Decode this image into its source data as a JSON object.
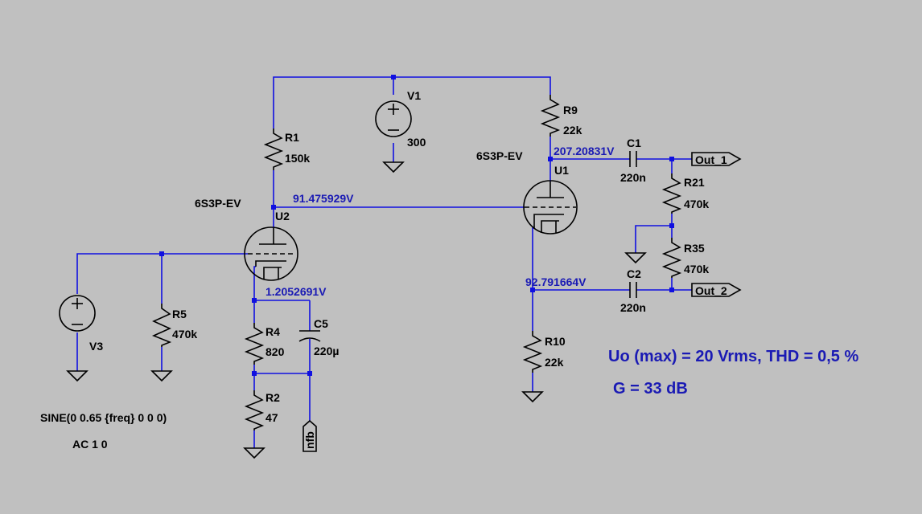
{
  "components": {
    "v1": {
      "name": "V1",
      "value": "300"
    },
    "v3": {
      "name": "V3"
    },
    "r1": {
      "name": "R1",
      "value": "150k"
    },
    "r2": {
      "name": "R2",
      "value": "47"
    },
    "r4": {
      "name": "R4",
      "value": "820"
    },
    "r5": {
      "name": "R5",
      "value": "470k"
    },
    "r9": {
      "name": "R9",
      "value": "22k"
    },
    "r10": {
      "name": "R10",
      "value": "22k"
    },
    "r21": {
      "name": "R21",
      "value": "470k"
    },
    "r35": {
      "name": "R35",
      "value": "470k"
    },
    "c1": {
      "name": "C1",
      "value": "220n"
    },
    "c2": {
      "name": "C2",
      "value": "220n"
    },
    "c5": {
      "name": "C5",
      "value": "220µ"
    },
    "u1": {
      "name": "U1",
      "model": "6S3P-EV"
    },
    "u2": {
      "name": "U2",
      "model": "6S3P-EV"
    }
  },
  "source_spec": {
    "line1": "SINE(0 0.65 {freq} 0 0 0)",
    "line2": "AC 1 0"
  },
  "node_voltages": {
    "u2_anode": "91.475929V",
    "u2_cathode": "1.2052691V",
    "u1_anode": "207.20831V",
    "u1_cathode": "92.791664V"
  },
  "ports": {
    "out1": "Out_1",
    "out2": "Out_2",
    "nfb": "nfb"
  },
  "notes": {
    "line1": "Uo (max) = 20 Vrms, THD = 0,5 %",
    "line2": "G = 33 dB"
  },
  "colors": {
    "background": "#c0c0c0",
    "wire": "#1010e0",
    "symbol": "#000000",
    "annotation": "#1a1ab4"
  }
}
